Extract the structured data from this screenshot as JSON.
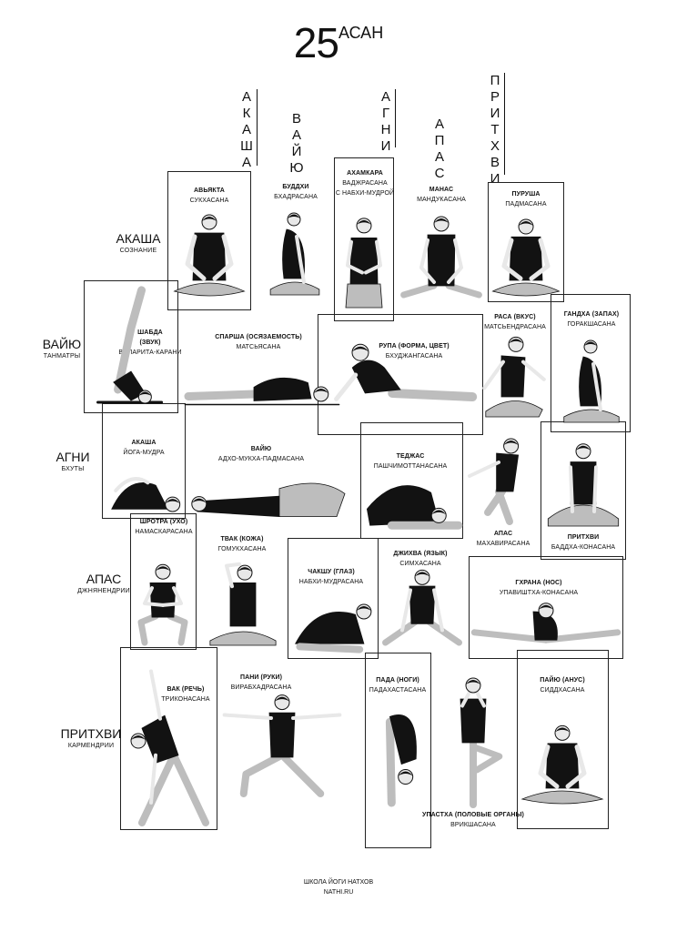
{
  "title": {
    "number": "25",
    "word": "АСАН"
  },
  "columns": [
    {
      "label": "АКАША"
    },
    {
      "label": "ВАЙЮ"
    },
    {
      "label": "АГНИ"
    },
    {
      "label": "АПАС"
    },
    {
      "label": "ПРИТХВИ"
    }
  ],
  "rows": [
    {
      "label": "АКАША",
      "sub": "СОЗНАНИЕ"
    },
    {
      "label": "ВАЙЮ",
      "sub": "ТАНМАТРЫ"
    },
    {
      "label": "АГНИ",
      "sub": "БХУТЫ"
    },
    {
      "label": "АПАС",
      "sub": "ДЖНЯНЕНДРИИ"
    },
    {
      "label": "ПРИТХВИ",
      "sub": "КАРМЕНДРИИ"
    }
  ],
  "asanas": [
    {
      "name": "АВЬЯКТА",
      "asana": "СУКХАСАНА",
      "pose": "lotus"
    },
    {
      "name": "БУДДХИ",
      "asana": "БХАДРАСАНА",
      "pose": "side-sit"
    },
    {
      "name": "АХАМКАРА",
      "asana": "ВАДЖРАСАНА",
      "asana2": "С НАБХИ-МУДРОЙ",
      "pose": "kneel"
    },
    {
      "name": "МАНАС",
      "asana": "МАНДУКАСАНА",
      "pose": "frog"
    },
    {
      "name": "ПУРУША",
      "asana": "ПАДМАСАНА",
      "pose": "lotus"
    },
    {
      "name": "ШАБДА",
      "name2": "(ЗВУК)",
      "asana": "ВИПАРИТА-КАРАНИ",
      "pose": "shoulderstand"
    },
    {
      "name": "СПАРША (ОСЯЗАЕМОСТЬ)",
      "asana": "МАТСЬЯСАНА",
      "pose": "fish"
    },
    {
      "name": "РУПА (ФОРМА, ЦВЕТ)",
      "asana": "БХУДЖАНГАСАНА",
      "pose": "cobra"
    },
    {
      "name": "РАСА (ВКУС)",
      "asana": "МАТСЬЕНДРАСАНА",
      "pose": "twist"
    },
    {
      "name": "ГАНДХА (ЗАПАХ)",
      "asana": "ГОРАКШАСАНА",
      "pose": "side-sit"
    },
    {
      "name": "АКАША",
      "asana": "ЙОГА-МУДРА",
      "pose": "forward-fold"
    },
    {
      "name": "ВАЙЮ",
      "asana": "АДХО-МУКХА-ПАДМАСАНА",
      "pose": "prone"
    },
    {
      "name": "ТЕДЖАС",
      "asana": "ПАШЧИМОТТАНАСАНА",
      "pose": "seated-fold"
    },
    {
      "name": "АПАС",
      "asana": "МАХАВИРАСАНА",
      "pose": "hero"
    },
    {
      "name": "ПРИТХВИ",
      "asana": "БАДДХА-КОНАСАНА",
      "pose": "butterfly"
    },
    {
      "name": "ШРОТРА (УХО)",
      "asana": "НАМАСКАРАСАНА",
      "pose": "squat"
    },
    {
      "name": "ТВАК (КОЖА)",
      "asana": "ГОМУКХАСАНА",
      "pose": "cowface"
    },
    {
      "name": "ЧАКШУ (ГЛАЗ)",
      "asana": "НАБХИ-МУДРАСАНА",
      "pose": "crouch"
    },
    {
      "name": "ДЖИХВА (ЯЗЫК)",
      "asana": "СИМХАСАНА",
      "pose": "lion"
    },
    {
      "name": "ГХРАНА (НОС)",
      "asana": "УПАВИШТХА-КОНАСАНА",
      "pose": "straddle"
    },
    {
      "name": "ВАК (РЕЧЬ)",
      "asana": "ТРИКОНАСАНА",
      "pose": "triangle"
    },
    {
      "name": "ПАНИ (РУКИ)",
      "asana": "ВИРАБХАДРАСАНА",
      "pose": "warrior"
    },
    {
      "name": "ПАДА (НОГИ)",
      "asana": "ПАДАХАСТАСАНА",
      "pose": "standing-fold"
    },
    {
      "name": "УПАСТХА (ПОЛОВЫЕ ОРГАНЫ)",
      "asana": "ВРИКШАСАНА",
      "pose": "tree"
    },
    {
      "name": "ПАЙЮ (АНУС)",
      "asana": "СИДДХАСАНА",
      "pose": "lotus"
    }
  ],
  "footer": {
    "line1": "ШКОЛА ЙОГИ НАТХОВ",
    "line2": "NATHI.RU"
  },
  "colors": {
    "ink": "#111111",
    "shirt": "#121212",
    "pants": "#bdbdbd",
    "skin": "#e8e8e8"
  }
}
